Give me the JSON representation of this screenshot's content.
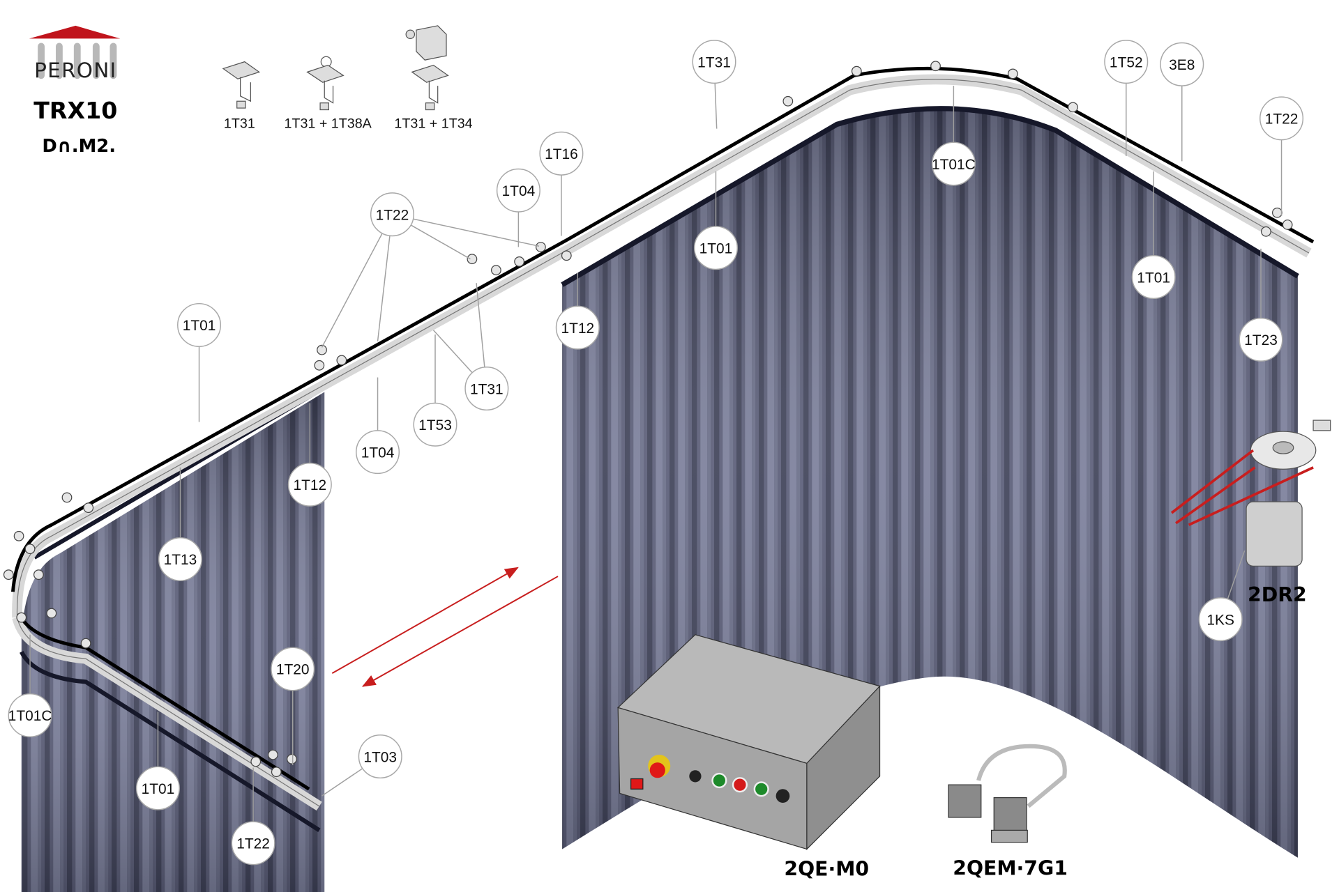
{
  "logo": {
    "brand": "PERONI",
    "model": "TRX10",
    "subtitle": "D∩.M2."
  },
  "colors": {
    "logo_red": "#c0141c",
    "curtain_dark": "#3c3f55",
    "curtain_light": "#8a8ea8",
    "arrow": "#c81e1e",
    "box": "#a9a9a9"
  },
  "bracket_legend": [
    {
      "label": "1T31"
    },
    {
      "label": "1T31 + 1T38A"
    },
    {
      "label": "1T31 + 1T34"
    }
  ],
  "balloons": [
    {
      "label": "1T31"
    },
    {
      "label": "1T52"
    },
    {
      "label": "3E8"
    },
    {
      "label": "1T22"
    },
    {
      "label": "1T16"
    },
    {
      "label": "1T04"
    },
    {
      "label": "1T22"
    },
    {
      "label": "1T01C"
    },
    {
      "label": "1T01"
    },
    {
      "label": "1T01"
    },
    {
      "label": "1T12"
    },
    {
      "label": "1T23"
    },
    {
      "label": "1T01"
    },
    {
      "label": "1T31"
    },
    {
      "label": "1T53"
    },
    {
      "label": "1T04"
    },
    {
      "label": "1T12"
    },
    {
      "label": "1T13"
    },
    {
      "label": "1T20"
    },
    {
      "label": "1T03"
    },
    {
      "label": "1T01C"
    },
    {
      "label": "1T01"
    },
    {
      "label": "1T22"
    },
    {
      "label": "1KS"
    }
  ],
  "components": {
    "motor": "2DR2",
    "control_box": "2QE·M0",
    "connector": "2QEM·7G1"
  }
}
